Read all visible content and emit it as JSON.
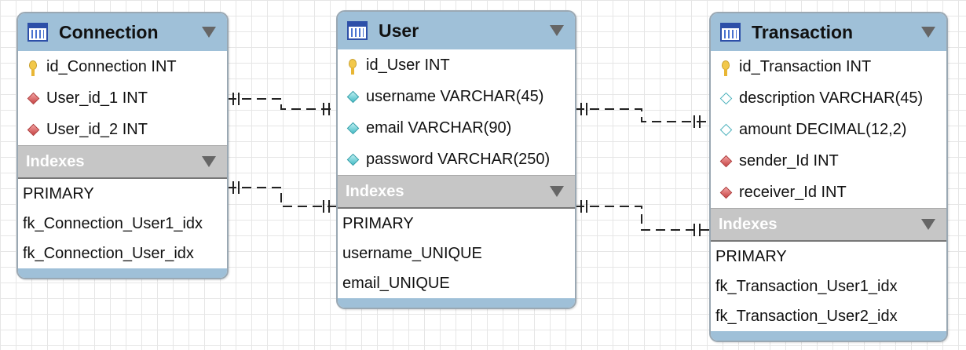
{
  "tables": {
    "connection": {
      "name": "Connection",
      "columns": [
        "id_Connection INT",
        "User_id_1 INT",
        "User_id_2 INT"
      ],
      "indexes_label": "Indexes",
      "indexes": [
        "PRIMARY",
        "fk_Connection_User1_idx",
        "fk_Connection_User_idx"
      ]
    },
    "user": {
      "name": "User",
      "columns": [
        "id_User INT",
        "username VARCHAR(45)",
        "email VARCHAR(90)",
        "password VARCHAR(250)"
      ],
      "indexes_label": "Indexes",
      "indexes": [
        "PRIMARY",
        "username_UNIQUE",
        "email_UNIQUE"
      ]
    },
    "transaction": {
      "name": "Transaction",
      "columns": [
        "id_Transaction INT",
        "description VARCHAR(45)",
        "amount DECIMAL(12,2)",
        "sender_Id INT",
        "receiver_Id INT"
      ],
      "indexes_label": "Indexes",
      "indexes": [
        "PRIMARY",
        "fk_Transaction_User1_idx",
        "fk_Transaction_User2_idx"
      ]
    }
  },
  "colors": {
    "header": "#9fc0d8",
    "indexes_bar": "#c6c6c6",
    "relation_line": "#222222"
  }
}
